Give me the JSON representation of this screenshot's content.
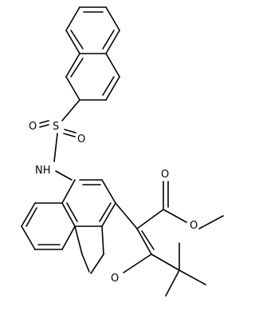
{
  "labels": {
    "sulfur": "S",
    "oxygen_left": "O",
    "oxygen_right": "O",
    "nh": "NH",
    "ester_carbonyl_o": "O",
    "ester_o": "O",
    "furan_o": "O"
  }
}
